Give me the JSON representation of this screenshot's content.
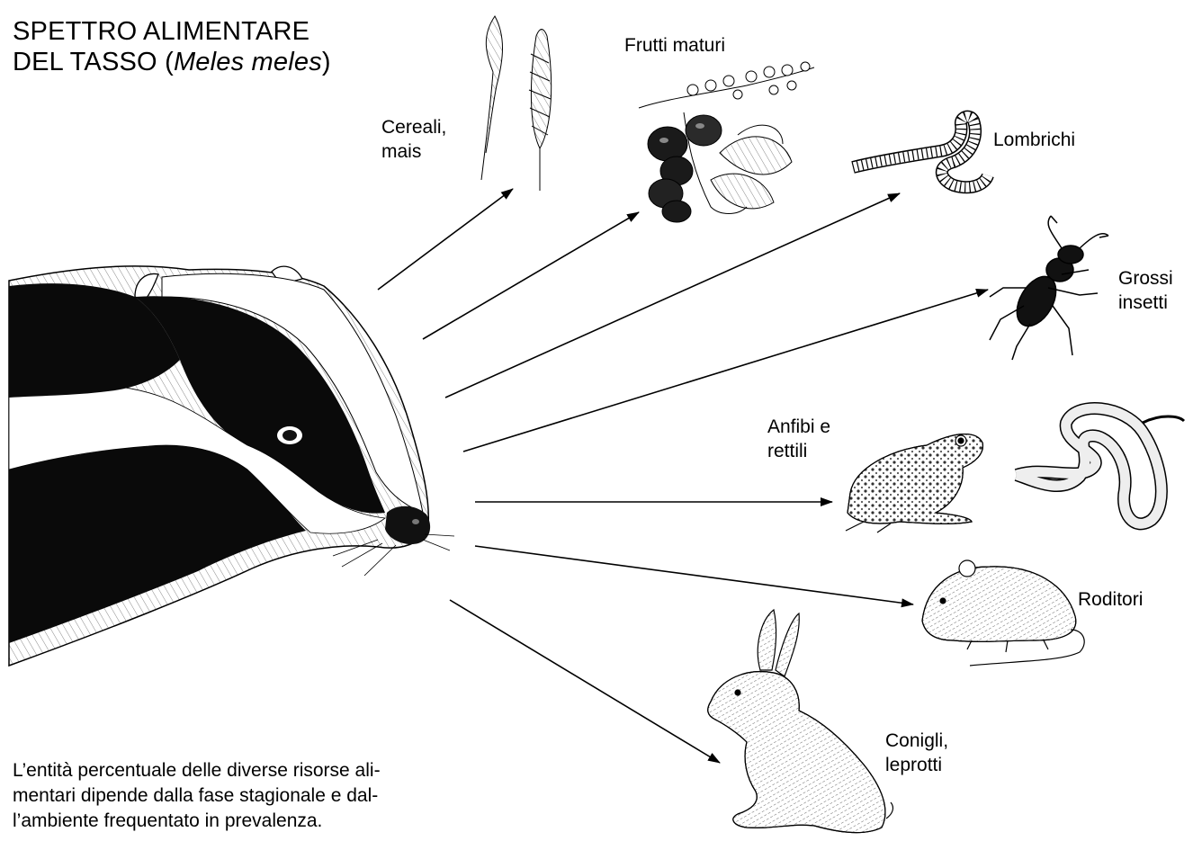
{
  "title": {
    "line1": "SPETTRO ALIMENTARE",
    "line2_prefix": "DEL TASSO (",
    "line2_species": "Meles meles",
    "line2_suffix": ")"
  },
  "food_items": [
    {
      "id": "cereali",
      "line1": "Cereali,",
      "line2": "mais"
    },
    {
      "id": "frutti",
      "line1": "Frutti maturi",
      "line2": ""
    },
    {
      "id": "lombrichi",
      "line1": "Lombrichi",
      "line2": ""
    },
    {
      "id": "insetti",
      "line1": "Grossi",
      "line2": "insetti"
    },
    {
      "id": "anfibi",
      "line1": "Anfibi e",
      "line2": "rettili"
    },
    {
      "id": "roditori",
      "line1": "Roditori",
      "line2": ""
    },
    {
      "id": "conigli",
      "line1": "Conigli,",
      "line2": "leprotti"
    }
  ],
  "caption": {
    "line1": "L’entità percentuale delle diverse risorse ali-",
    "line2": "mentari dipende dalla fase stagionale e dal-",
    "line3": "l’ambiente frequentato in prevalenza."
  },
  "icons": [
    "badger-head",
    "wheat-icon",
    "plum-branch-icon",
    "earthworm-icon",
    "stag-beetle-icon",
    "frog-icon",
    "snake-icon",
    "rodent-icon",
    "hare-icon"
  ],
  "colors": {
    "ink": "#000000",
    "background": "#ffffff"
  }
}
